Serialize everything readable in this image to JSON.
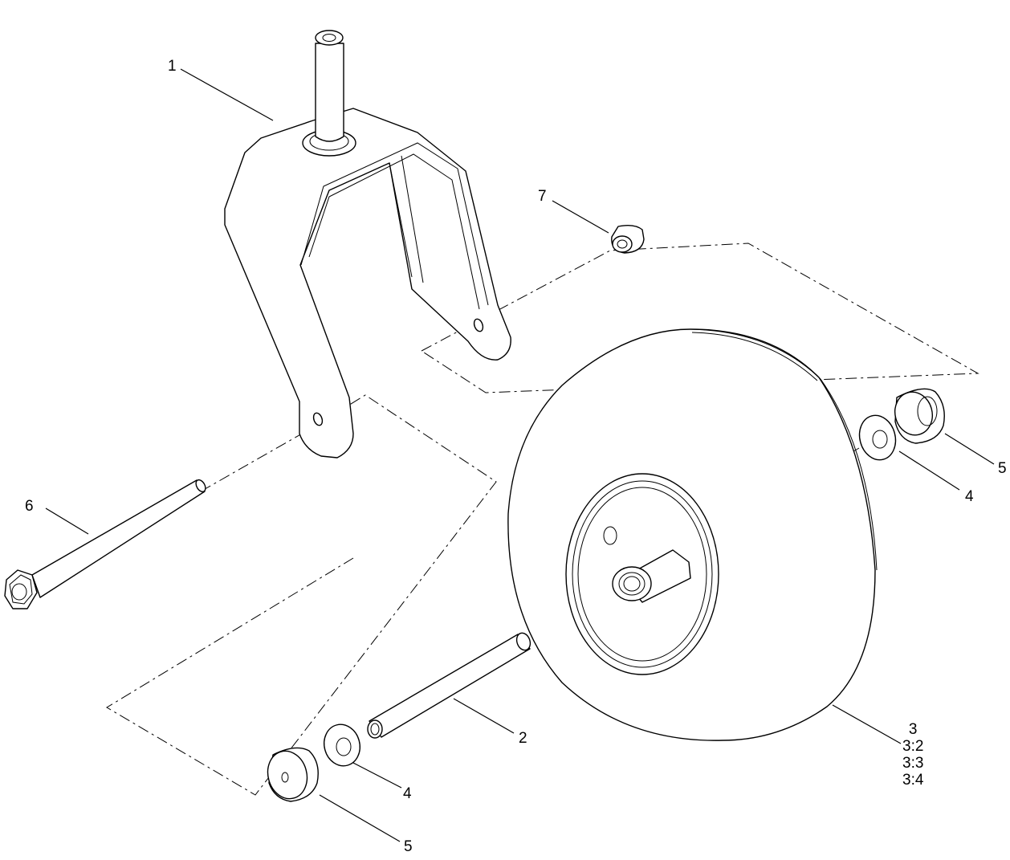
{
  "callouts": {
    "c1": "1",
    "c2": "2",
    "c3": [
      "3",
      "3:2",
      "3:3",
      "3:4"
    ],
    "c4a": "4",
    "c4b": "4",
    "c5a": "5",
    "c5b": "5",
    "c6": "6",
    "c7": "7"
  }
}
